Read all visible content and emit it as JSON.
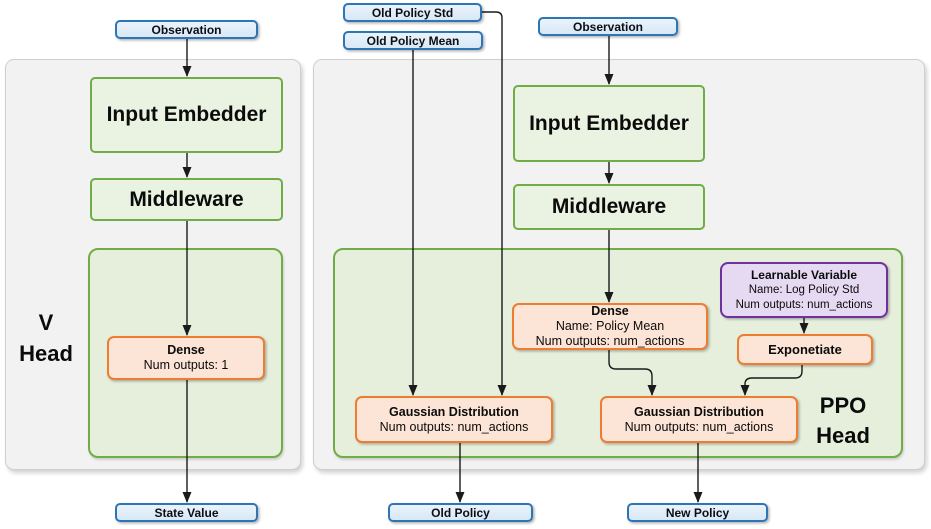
{
  "colors": {
    "blue_border": "#2E75B6",
    "blue_fill": "#DEEBF7",
    "green_border": "#70AD47",
    "green_node_fill": "#EAF2E2",
    "green_container_fill": "#E6EFDC",
    "orange_border": "#ED7D31",
    "orange_fill": "#FCE4D6",
    "purple_border": "#7030A0",
    "purple_fill": "#E5DAF2",
    "panel_fill": "#F2F2F2",
    "wire": "#1a1a1a"
  },
  "v_head": {
    "label_line1": "V",
    "label_line2": "Head",
    "observation": "Observation",
    "input_embedder": "Input Embedder",
    "middleware": "Middleware",
    "dense": {
      "title": "Dense",
      "line1": "Num outputs: 1"
    },
    "state_value": "State Value"
  },
  "ppo_head": {
    "label_line1": "PPO",
    "label_line2": "Head",
    "old_policy_std": "Old Policy Std",
    "old_policy_mean": "Old Policy Mean",
    "observation": "Observation",
    "input_embedder": "Input Embedder",
    "middleware": "Middleware",
    "dense": {
      "title": "Dense",
      "line1": "Name: Policy Mean",
      "line2": "Num outputs: num_actions"
    },
    "learnable_variable": {
      "title": "Learnable Variable",
      "line1": "Name: Log Policy Std",
      "line2": "Num outputs: num_actions"
    },
    "exponetiate": "Exponetiate",
    "gaussian_old": {
      "title": "Gaussian Distribution",
      "line1": "Num outputs: num_actions"
    },
    "gaussian_new": {
      "title": "Gaussian Distribution",
      "line1": "Num outputs: num_actions"
    },
    "old_policy": "Old Policy",
    "new_policy": "New Policy"
  }
}
